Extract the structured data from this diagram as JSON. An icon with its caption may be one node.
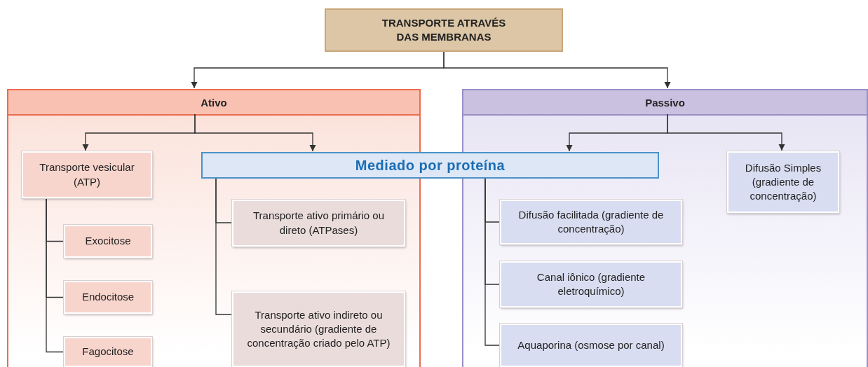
{
  "diagram": {
    "nodes": [
      {
        "text": [
          "TRANSPORTE ATRAVÉS DAS MEMBRANAS"
        ]
      },
      {
        "text": [
          "Ativo"
        ]
      },
      {
        "text": [
          "Passivo"
        ]
      },
      {
        "text": [
          "Transporte vesicular (ATP)"
        ],
        "in": 1
      },
      {
        "text": [
          "Mediado por proteína"
        ]
      },
      {
        "text": [
          "Exocitose"
        ],
        "in": 1
      },
      {
        "text": [
          "Endocitose"
        ],
        "in": 1
      },
      {
        "text": [
          "Fagocitose"
        ],
        "in": 1
      },
      {
        "text": [
          "Transporte ativo primário ou direto (ATPases)"
        ],
        "in": 1
      },
      {
        "text": [
          "Transporte ativo indireto ou secundário (gradiente de concentração criado pelo ATP)"
        ],
        "in": 1
      },
      {
        "text": [
          "Difusão facilitada (gradiente de concentração)"
        ],
        "in": 2
      },
      {
        "text": [
          "Canal iônico (gradiente eletroquímico)"
        ],
        "in": 2
      },
      {
        "text": [
          "Aquaporina (osmose por canal)"
        ],
        "in": 2
      },
      {
        "text": [
          "Difusão Simples (gradiente de concentração)"
        ],
        "in": 2
      }
    ],
    "edges": [
      {
        "from": 0,
        "to": 1,
        "arrow": "to"
      },
      {
        "from": 0,
        "to": 2,
        "arrow": "to"
      },
      {
        "from": 1,
        "to": 3,
        "arrow": "to"
      },
      {
        "from": 1,
        "to": 4,
        "arrow": "to"
      },
      {
        "from": 2,
        "to": 4,
        "arrow": "to"
      },
      {
        "from": 2,
        "to": 13,
        "arrow": "to"
      },
      {
        "from": 3,
        "to": 5,
        "arrow": "none"
      },
      {
        "from": 3,
        "to": 6,
        "arrow": "none"
      },
      {
        "from": 3,
        "to": 7,
        "arrow": "none"
      },
      {
        "from": 4,
        "to": 8,
        "arrow": "none"
      },
      {
        "from": 4,
        "to": 9,
        "arrow": "none"
      },
      {
        "from": 4,
        "to": 10,
        "arrow": "none"
      },
      {
        "from": 4,
        "to": 11,
        "arrow": "none"
      },
      {
        "from": 4,
        "to": 12,
        "arrow": "none"
      }
    ]
  }
}
